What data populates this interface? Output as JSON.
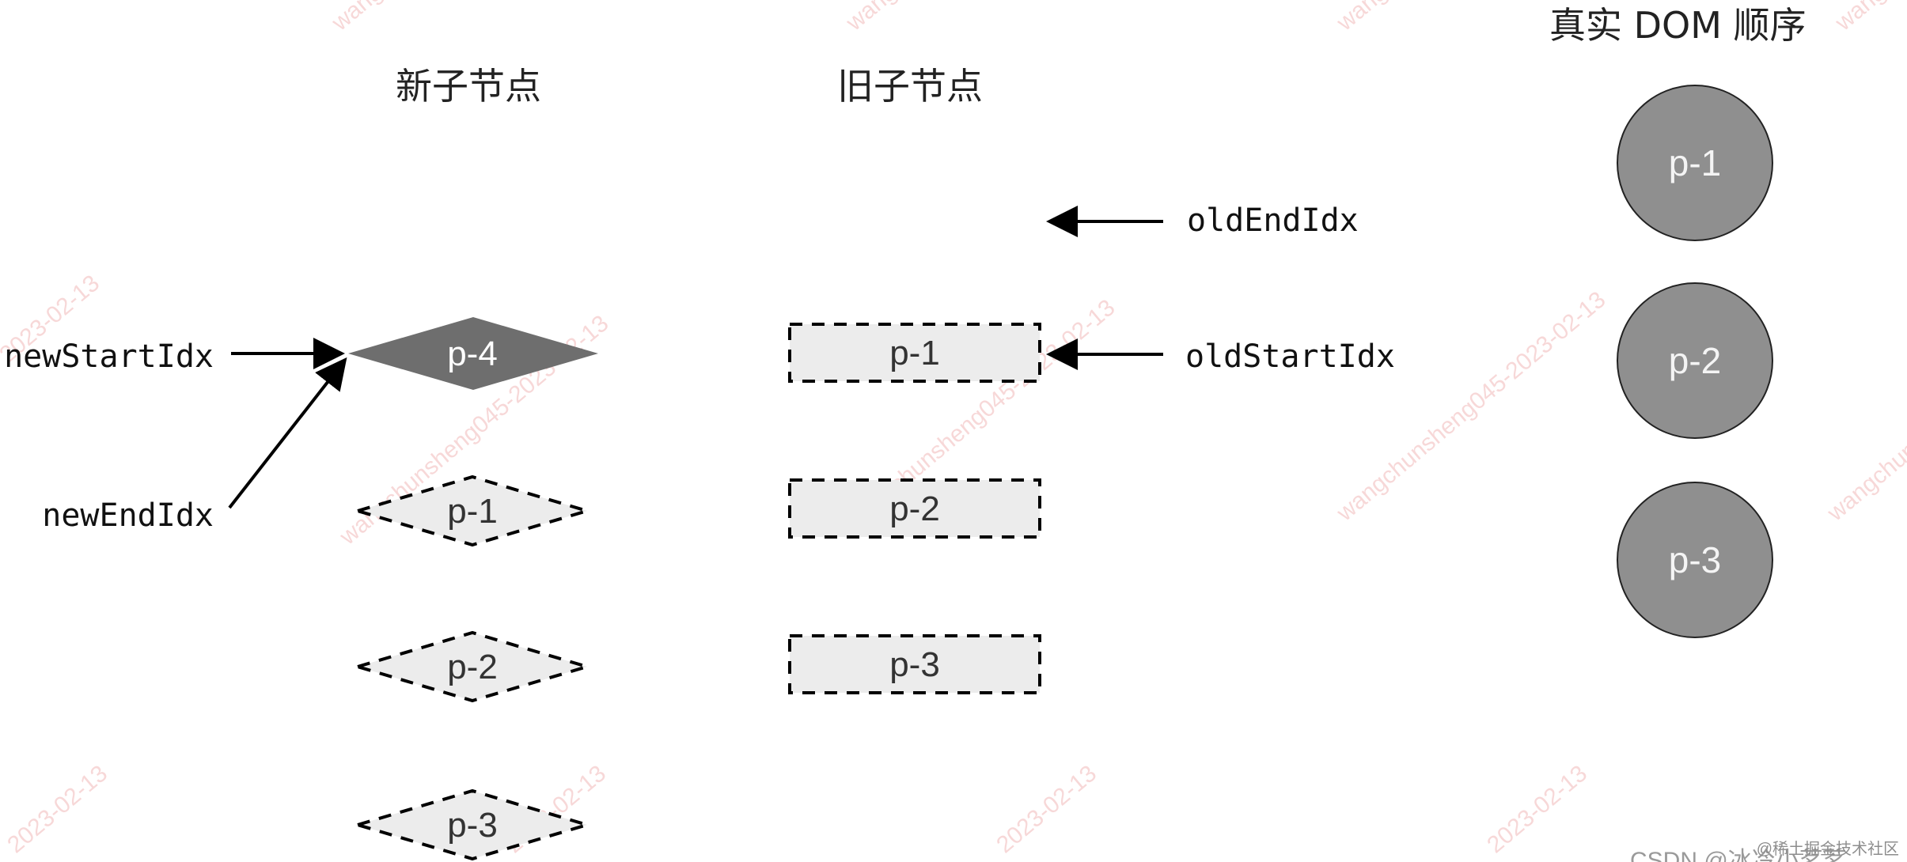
{
  "headers": {
    "new_children": "新子节点",
    "old_children": "旧子节点",
    "real_dom_order": "真实 DOM 顺序"
  },
  "pointers": {
    "new_start_idx": "newStartIdx",
    "new_end_idx": "newEndIdx",
    "old_start_idx": "oldStartIdx",
    "old_end_idx": "oldEndIdx"
  },
  "new_nodes": [
    {
      "label": "p-4",
      "state": "active"
    },
    {
      "label": "p-1",
      "state": "pending"
    },
    {
      "label": "p-2",
      "state": "pending"
    },
    {
      "label": "p-3",
      "state": "pending"
    }
  ],
  "old_nodes": [
    {
      "label": "p-1"
    },
    {
      "label": "p-2"
    },
    {
      "label": "p-3"
    }
  ],
  "real_dom": [
    {
      "label": "p-1"
    },
    {
      "label": "p-2"
    },
    {
      "label": "p-3"
    }
  ],
  "watermark": {
    "user": "wangchunsheng045",
    "date": "2023-02-13",
    "full": "wangchunsheng045-2023-02-13"
  },
  "footer": {
    "csdn": "CSDN @冰冷小茗茗",
    "juejin": "@稀土掘金技术社区"
  },
  "colors": {
    "active_node": "#6e6e6e",
    "pending_node_fill": "#ececec",
    "circle_fill": "#8f8f8f",
    "arrow": "#000000",
    "watermark": "#f2b9b9"
  }
}
